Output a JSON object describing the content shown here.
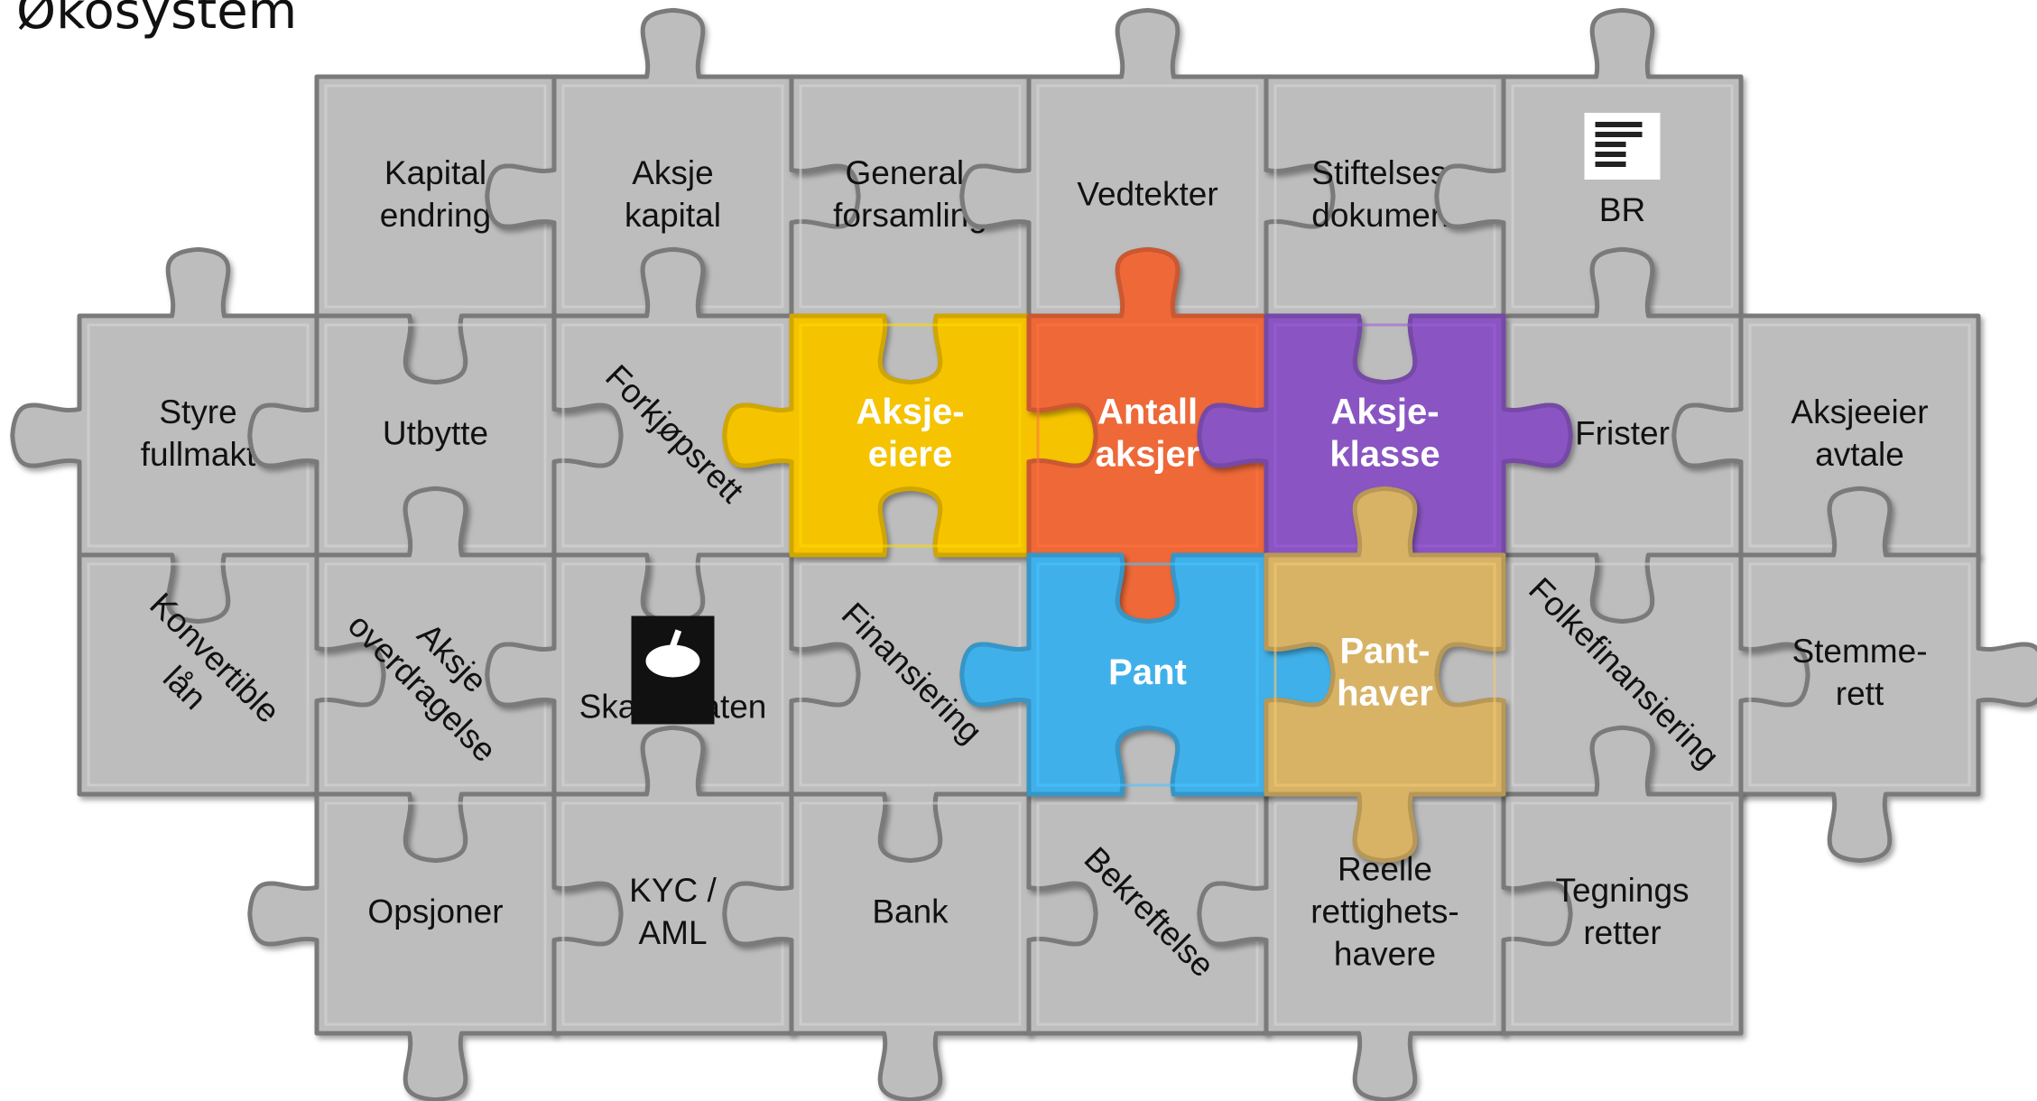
{
  "title": "Økosystem",
  "colors": {
    "gray": "#bdbdbd",
    "gray_edge": "#7a7a7a",
    "yellow": "#f5c300",
    "orange": "#ee6738",
    "purple": "#8a55c2",
    "blue": "#3fb0ea",
    "tan": "#d8b366"
  },
  "pieces": [
    {
      "id": "kapital-endring",
      "row": 0,
      "col": 1,
      "color": "gray",
      "lines": [
        "Kapital",
        "endring"
      ]
    },
    {
      "id": "aksje-kapital",
      "row": 0,
      "col": 2,
      "color": "gray",
      "lines": [
        "Aksje",
        "kapital"
      ]
    },
    {
      "id": "general-forsamling",
      "row": 0,
      "col": 3,
      "color": "gray",
      "lines": [
        "General-",
        "forsamling"
      ]
    },
    {
      "id": "vedtekter",
      "row": 0,
      "col": 4,
      "color": "gray",
      "lines": [
        "Vedtekter"
      ]
    },
    {
      "id": "stiftelses-dokument",
      "row": 0,
      "col": 5,
      "color": "gray",
      "lines": [
        "Stiftelses-",
        "dokument"
      ]
    },
    {
      "id": "br",
      "row": 0,
      "col": 6,
      "color": "gray",
      "lines": [
        "BR"
      ],
      "logo": "br-logo"
    },
    {
      "id": "styre-fullmakt",
      "row": 1,
      "col": 0,
      "color": "gray",
      "lines": [
        "Styre",
        "fullmakt"
      ]
    },
    {
      "id": "utbytte",
      "row": 1,
      "col": 1,
      "color": "gray",
      "lines": [
        "Utbytte"
      ]
    },
    {
      "id": "forkjopsrett",
      "row": 1,
      "col": 2,
      "color": "gray",
      "lines": [
        "Forkjøpsrett"
      ],
      "rotate": 45
    },
    {
      "id": "aksjeeiere",
      "row": 1,
      "col": 3,
      "color": "yellow",
      "lines": [
        "Aksje-",
        "eiere"
      ],
      "highlight": true
    },
    {
      "id": "antall-aksjer",
      "row": 1,
      "col": 4,
      "color": "orange",
      "lines": [
        "Antall",
        "aksjer"
      ],
      "highlight": true
    },
    {
      "id": "aksjeklasse",
      "row": 1,
      "col": 5,
      "color": "purple",
      "lines": [
        "Aksje-",
        "klasse"
      ],
      "highlight": true
    },
    {
      "id": "frister",
      "row": 1,
      "col": 6,
      "color": "gray",
      "lines": [
        "Frister"
      ]
    },
    {
      "id": "aksjeeier-avtale",
      "row": 1,
      "col": 7,
      "color": "gray",
      "lines": [
        "Aksjeeier",
        "avtale"
      ]
    },
    {
      "id": "konvertible-lan",
      "row": 2,
      "col": 0,
      "color": "gray",
      "lines": [
        "Konvertible",
        "lån"
      ],
      "rotate": 45
    },
    {
      "id": "aksje-overdragelse",
      "row": 2,
      "col": 1,
      "color": "gray",
      "lines": [
        "Aksje",
        "overdragelse"
      ],
      "rotate": 45
    },
    {
      "id": "skatteetaten",
      "row": 2,
      "col": 2,
      "color": "gray",
      "lines": [],
      "logo": "skatteetaten-logo",
      "logo_text": "Skatteetaten"
    },
    {
      "id": "finansiering",
      "row": 2,
      "col": 3,
      "color": "gray",
      "lines": [
        "Finansiering"
      ],
      "rotate": 45
    },
    {
      "id": "pant",
      "row": 2,
      "col": 4,
      "color": "blue",
      "lines": [
        "Pant"
      ],
      "highlight": true
    },
    {
      "id": "panthaver",
      "row": 2,
      "col": 5,
      "color": "tan",
      "lines": [
        "Pant-",
        "haver"
      ],
      "highlight": true
    },
    {
      "id": "folkefinansiering",
      "row": 2,
      "col": 6,
      "color": "gray",
      "lines": [
        "Folkefinansiering"
      ],
      "rotate": 45
    },
    {
      "id": "stemmerett",
      "row": 2,
      "col": 7,
      "color": "gray",
      "lines": [
        "Stemme-",
        "rett"
      ]
    },
    {
      "id": "opsjoner",
      "row": 3,
      "col": 1,
      "color": "gray",
      "lines": [
        "Opsjoner"
      ]
    },
    {
      "id": "kyc-aml",
      "row": 3,
      "col": 2,
      "color": "gray",
      "lines": [
        "KYC /",
        "AML"
      ]
    },
    {
      "id": "bank",
      "row": 3,
      "col": 3,
      "color": "gray",
      "lines": [
        "Bank"
      ]
    },
    {
      "id": "bekreftelse",
      "row": 3,
      "col": 4,
      "color": "gray",
      "lines": [
        "Bekreftelse"
      ],
      "rotate": 45
    },
    {
      "id": "reelle-rettighetshavere",
      "row": 3,
      "col": 5,
      "color": "gray",
      "lines": [
        "Reelle",
        "rettighets-",
        "havere"
      ]
    },
    {
      "id": "tegningsretter",
      "row": 3,
      "col": 6,
      "color": "gray",
      "lines": [
        "Tegnings",
        "retter"
      ]
    }
  ]
}
